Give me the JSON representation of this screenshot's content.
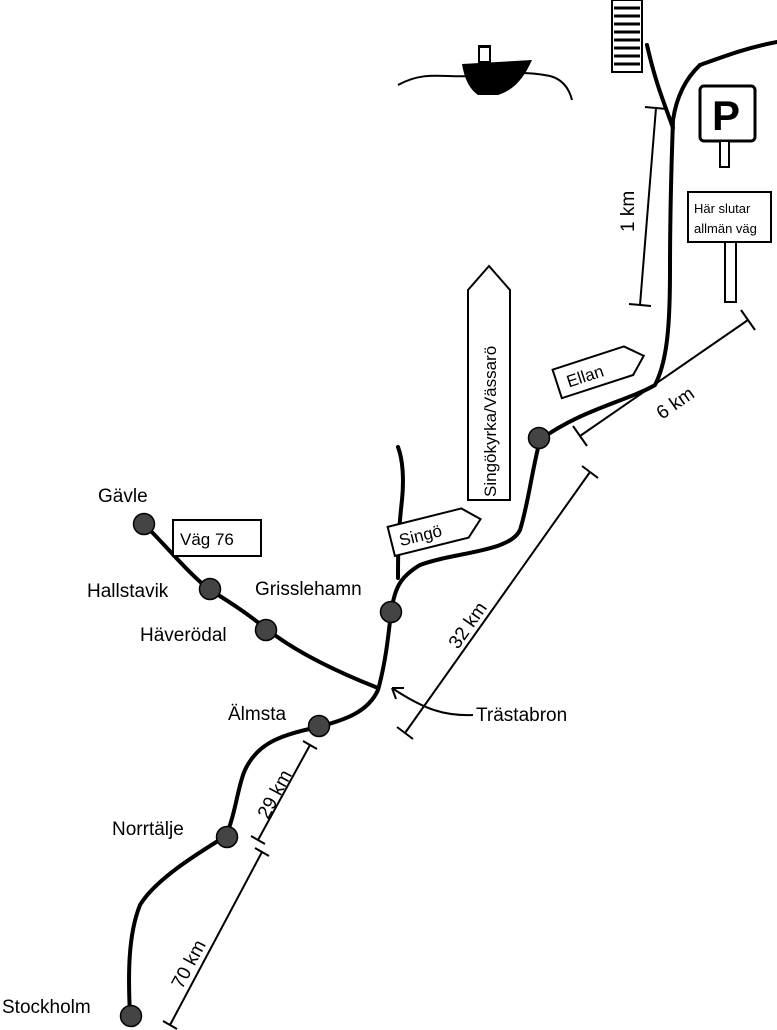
{
  "map": {
    "places": {
      "stockholm": "Stockholm",
      "norrtalje": "Norrtälje",
      "almsta": "Älmsta",
      "grisslehamn": "Grisslehamn",
      "haverodal": "Häverödal",
      "hallstavik": "Hallstavik",
      "gavle": "Gävle"
    },
    "distances": {
      "stockholm_norrtalje": "70 km",
      "norrtalje_almsta": "29 km",
      "trastabron_junction": "32 km",
      "junction_end": "6 km",
      "end_to_pier": "1 km"
    },
    "signs": {
      "vag76": "Väg 76",
      "singo": "Singö",
      "singokyrka": "Singökyrka/Vässarö",
      "ellan": "Ellan",
      "end_public_road_line1": "Här slutar",
      "end_public_road_line2": "allmän väg",
      "parking": "P"
    },
    "labels": {
      "trastabron": "Trästabron"
    }
  }
}
